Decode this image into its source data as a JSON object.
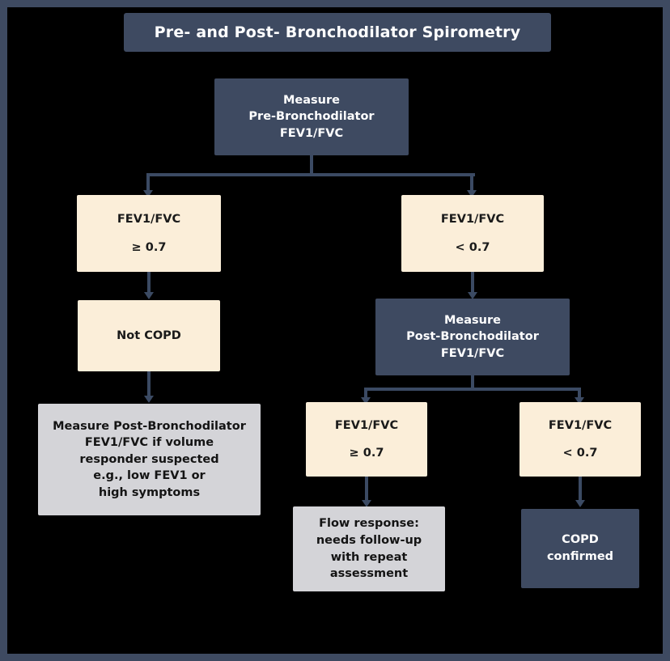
{
  "figure": {
    "title": "Pre- and Post- Bronchodilator Spirometry",
    "type": "clinical-decision-flowchart"
  },
  "colors": {
    "frame_border": "#3e4a61",
    "background": "#000000",
    "action_box": "#3e4a61",
    "decision_box": "#fbeed9",
    "outcome_box": "#d4d4d8",
    "connector": "#3b4a63",
    "title_text": "#ffffff"
  },
  "nodes": {
    "root": {
      "kind": "action",
      "line1": "Measure",
      "line2": "Pre-Bronchodilator",
      "line3": "FEV1/FVC"
    },
    "pre_normal": {
      "kind": "decision",
      "line1": "FEV1/FVC",
      "line2": "≥ 0.7"
    },
    "pre_obstructed": {
      "kind": "decision",
      "line1": "FEV1/FVC",
      "line2": "< 0.7"
    },
    "not_copd": {
      "kind": "decision",
      "line1": "Not COPD"
    },
    "volume_responder": {
      "kind": "outcome",
      "line1": "Measure Post-Bronchodilator",
      "line2": "FEV1/FVC if volume",
      "line3": "responder suspected",
      "line4": "e.g., low FEV1 or",
      "line5": "high symptoms"
    },
    "post_measure": {
      "kind": "action",
      "line1": "Measure",
      "line2": "Post-Bronchodilator",
      "line3": "FEV1/FVC"
    },
    "post_normal": {
      "kind": "decision",
      "line1": "FEV1/FVC",
      "line2": "≥ 0.7"
    },
    "post_obstructed": {
      "kind": "decision",
      "line1": "FEV1/FVC",
      "line2": "< 0.7"
    },
    "flow_response": {
      "kind": "outcome",
      "line1": "Flow response:",
      "line2": "needs follow-up",
      "line3": "with repeat",
      "line4": "assessment"
    },
    "copd_confirmed": {
      "kind": "action",
      "line1": "COPD",
      "line2": "confirmed"
    }
  },
  "footnote": {
    "line1": "",
    "line2": "",
    "line3": ""
  }
}
